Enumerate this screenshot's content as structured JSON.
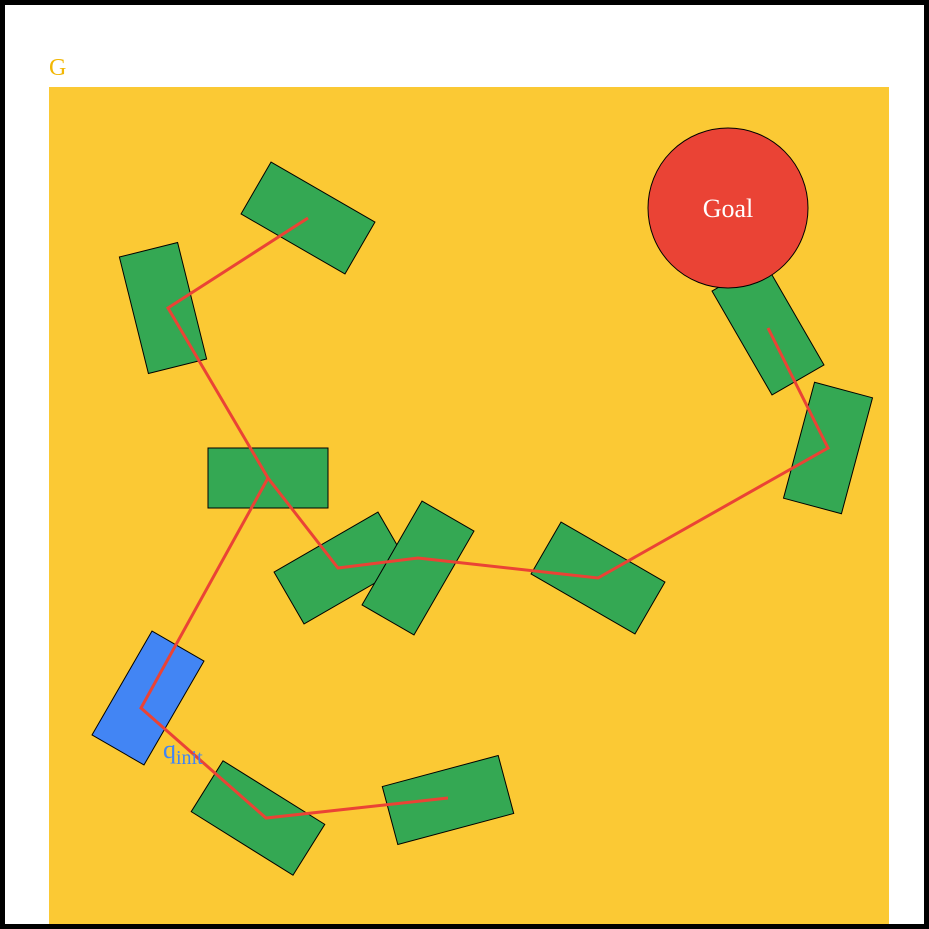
{
  "region_label": "G",
  "goal_label": "Goal",
  "init_label": {
    "base": "q",
    "subscript": "init"
  },
  "colors": {
    "region": "#FBC934",
    "region_label": "#F2B705",
    "obstacle": "#34A853",
    "goal": "#EA4335",
    "goal_text": "#ffffff",
    "init": "#4285F4",
    "path": "#EA4335",
    "frame": "#000000",
    "outline": "#000000"
  }
}
